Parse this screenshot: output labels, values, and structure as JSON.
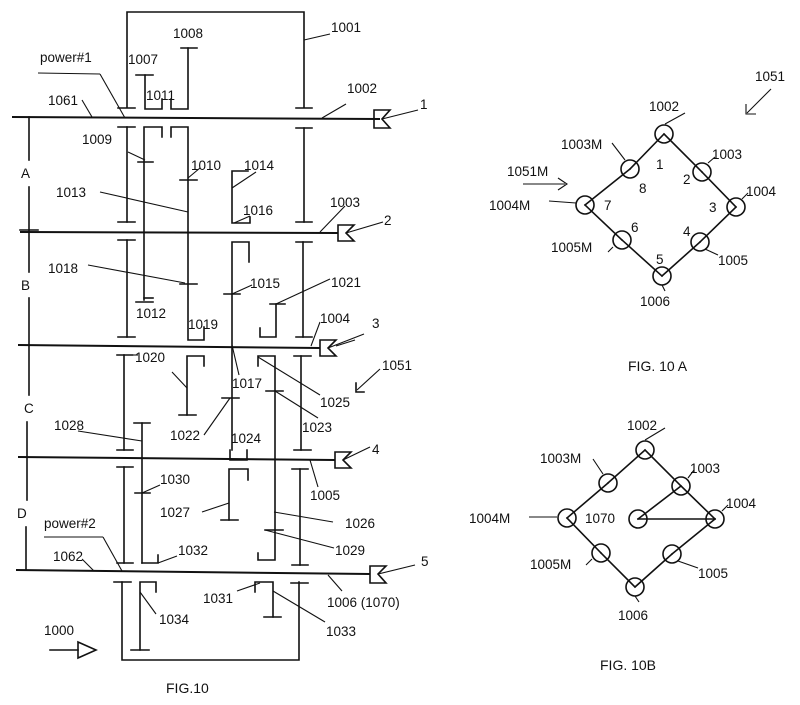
{
  "figures": {
    "fig10": {
      "caption": "FIG.10",
      "assembly_ref": "1000",
      "input_labels": {
        "power1": "power#1",
        "power2": "power#2"
      },
      "zones": [
        "A",
        "B",
        "C",
        "D"
      ],
      "shaft_numbers": [
        "1",
        "2",
        "3",
        "4",
        "5"
      ],
      "part_labels": {
        "l1001": "1001",
        "l1002": "1002",
        "l1003": "1003",
        "l1004": "1004",
        "l1005": "1005",
        "l1006": "1006 (1070)",
        "l1007": "1007",
        "l1008": "1008",
        "l1009": "1009",
        "l1010": "1010",
        "l1011": "1011",
        "l1012": "1012",
        "l1013": "1013",
        "l1014": "1014",
        "l1015": "1015",
        "l1016": "1016",
        "l1017": "1017",
        "l1018": "1018",
        "l1019": "1019",
        "l1020": "1020",
        "l1021": "1021",
        "l1022": "1022",
        "l1023": "1023",
        "l1024": "1024",
        "l1025": "1025",
        "l1026": "1026",
        "l1027": "1027",
        "l1028": "1028",
        "l1029": "1029",
        "l1030": "1030",
        "l1031": "1031",
        "l1032": "1032",
        "l1033": "1033",
        "l1034": "1034",
        "l1051": "1051",
        "l1061": "1061",
        "l1062": "1062"
      }
    },
    "fig10a": {
      "caption": "FIG. 10 A",
      "ref": "1051",
      "mirror_ref": "1051M",
      "nodes": [
        {
          "id": "1002",
          "index": "1"
        },
        {
          "id": "1003",
          "index": "2"
        },
        {
          "id": "1004",
          "index": "3"
        },
        {
          "id": "1005",
          "index": "4"
        },
        {
          "id": "1006",
          "index": "5"
        },
        {
          "id": "1005M",
          "index": "6"
        },
        {
          "id": "1004M",
          "index": "7"
        },
        {
          "id": "1003M",
          "index": "8"
        }
      ]
    },
    "fig10b": {
      "caption": "FIG. 10B",
      "nodes": [
        "1002",
        "1003",
        "1004",
        "1005",
        "1006",
        "1005M",
        "1004M",
        "1003M",
        "1070"
      ]
    }
  }
}
